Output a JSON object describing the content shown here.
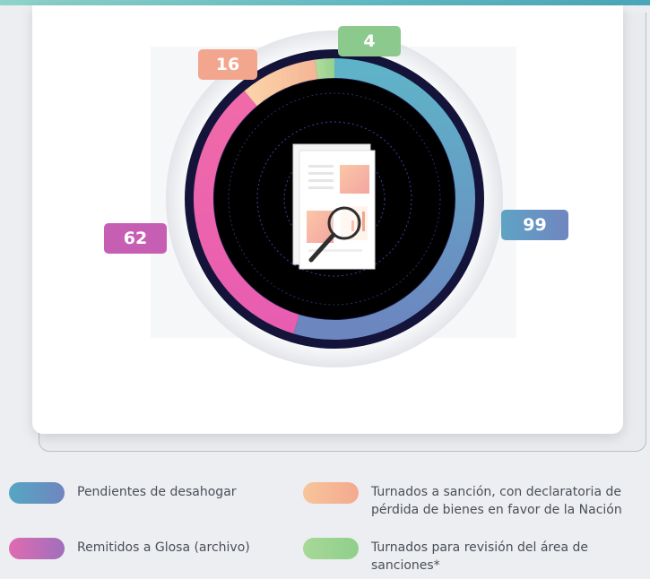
{
  "chart_data": {
    "type": "donut",
    "segments": [
      {
        "label": "Pendientes de desahogar",
        "value": 99,
        "colors": [
          "#55a6c2",
          "#6f86bf"
        ]
      },
      {
        "label": "Remitidos a Glosa (archivo)",
        "value": 62,
        "colors": [
          "#e06bb0",
          "#9f6fbd"
        ]
      },
      {
        "label": "Turnados a sanción, con declaratoria de pérdida de bienes en favor de la Nación",
        "value": 16,
        "colors": [
          "#f7c59a",
          "#f4a98f"
        ]
      },
      {
        "label": "Turnados para revisión del área de sanciones*",
        "value": 4,
        "colors": [
          "#a8d897",
          "#8fcf8b"
        ]
      }
    ],
    "data_labels": [
      "99",
      "62",
      "16",
      "4"
    ]
  },
  "legend": [
    {
      "label_line1": "Pendientes de desahogar",
      "label_line2": ""
    },
    {
      "label_line1": "Turnados a sanción, con declaratoria de",
      "label_line2": "pérdida de bienes en favor de la Nación"
    },
    {
      "label_line1": "Remitidos a Glosa (archivo)",
      "label_line2": ""
    },
    {
      "label_line1": "Turnados para revisión del área de",
      "label_line2": "sanciones*"
    }
  ],
  "colors": {
    "background": "#eceef1",
    "ring_dark": "#131335",
    "center": "#000000"
  },
  "icons": {
    "center": "document-magnifier-icon"
  }
}
